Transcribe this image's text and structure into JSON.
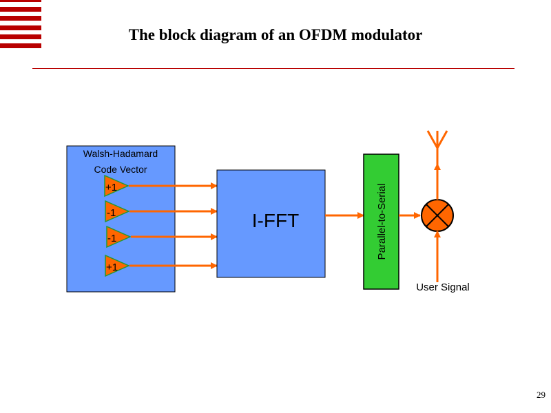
{
  "slide": {
    "title": "The block diagram of an OFDM modulator",
    "page_number": "29"
  },
  "diagram": {
    "code_vector_block": {
      "line1": "Walsh-Hadamard",
      "line2": "Code Vector",
      "codes": [
        "+1",
        "-1",
        "-1",
        "+1"
      ]
    },
    "ifft_block": {
      "label": "I-FFT"
    },
    "p2s_block": {
      "label": "Parallel-to-Serial"
    },
    "mixer": {
      "symbol": "multiplier-icon"
    },
    "user_signal": {
      "label": "User Signal"
    },
    "antenna": {
      "symbol": "antenna-icon"
    },
    "colors": {
      "block_blue": "#6699ff",
      "block_green": "#33cc33",
      "signal_orange": "#ff6600",
      "triangle_border": "#229933",
      "accent_red": "#b80000"
    }
  }
}
